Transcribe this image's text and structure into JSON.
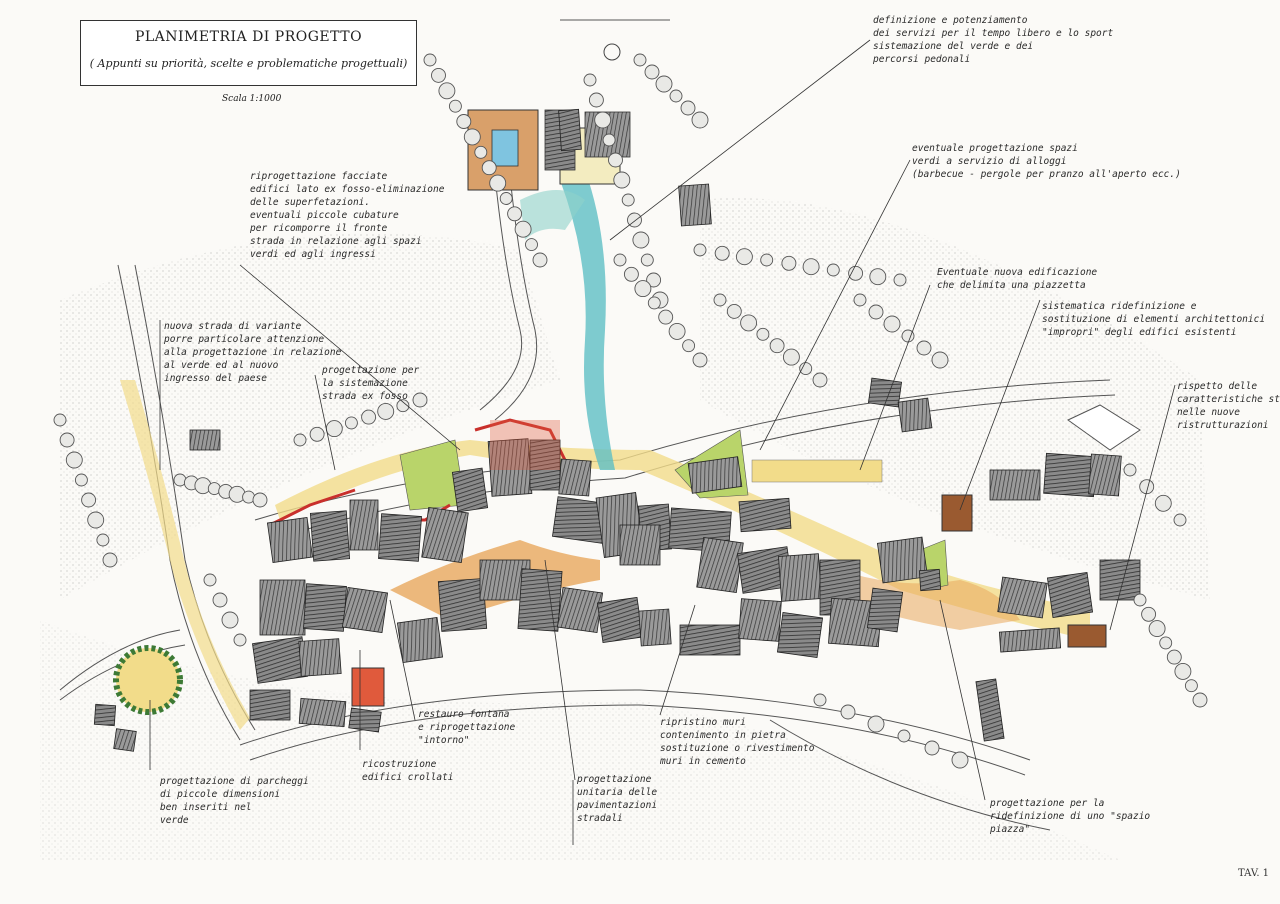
{
  "title": {
    "main": "PLANIMETRIA DI PROGETTO",
    "subtitle": "( Appunti su priorità, scelte e problematiche progettuali)",
    "scale": "Scala 1:1000"
  },
  "annotations": [
    {
      "id": "servizi",
      "text": "definizione e potenziamento\ndei servizi per il tempo libero e lo sport\nsistemazione del verde e dei\npercorsi pedonali"
    },
    {
      "id": "facciate",
      "text": "riprogettazione facciate\nedifici lato ex fosso-eliminazione\ndelle superfetazioni.\neventuali piccole cubature\nper ricomporre il fronte\nstrada in relazione agli spazi\nverdi ed agli ingressi"
    },
    {
      "id": "spazi-verdi",
      "text": "eventuale progettazione spazi\nverdi a servizio di alloggi\n(barbecue - pergole per pranzo all'aperto ecc.)"
    },
    {
      "id": "nuova-edificazione",
      "text": "Eventuale nuova edificazione\nche delimita una piazzetta"
    },
    {
      "id": "elementi",
      "text": "sistematica ridefinizione e\nsostituzione di elementi architettonici\n\"impropri\" degli edifici esistenti"
    },
    {
      "id": "variante",
      "text": "nuova strada di variante\nporre particolare attenzione\nalla progettazione in relazione\nal verde ed al nuovo\ningresso del paese"
    },
    {
      "id": "fosso",
      "text": "progettazione per\nla sistemazione\nstrada ex fosso"
    },
    {
      "id": "rispetto",
      "text": "rispetto delle\ncaratteristiche stor\nnelle nuove\nristrutturazioni"
    },
    {
      "id": "fontana",
      "text": "restauro fontana\ne riprogettazione\n\"intorno\""
    },
    {
      "id": "muri",
      "text": "ripristino muri\ncontenimento in pietra\nsostituzione o rivestimento\nmuri in cemento"
    },
    {
      "id": "ricostruzione",
      "text": "ricostruzione\nedifici crollati"
    },
    {
      "id": "parcheggi",
      "text": "progettazione di parcheggi\ndi piccole dimensioni\nben inseriti nel\nverde"
    },
    {
      "id": "pavimentazioni",
      "text": "progettazione\nunitaria delle\npavimentazioni\nstradali"
    },
    {
      "id": "piazza",
      "text": "progettazione per la\nridefinizione di uno \"spazio\npiazza\""
    }
  ],
  "footer": {
    "tav": "TAV. 1"
  },
  "colors": {
    "building": "#5c5c5c",
    "building_hatch": "#2f2f2f",
    "piazza_yellow": "#f2dc8a",
    "piazza_orange": "#e9a85c",
    "green_area": "#b9d46a",
    "water": "#5fbfc4",
    "red_outline": "#c9302c",
    "red_building": "#e05a3c",
    "tree": "#7d7d7d",
    "brown_building": "#9a5a30",
    "sport_field": "#f3ecc0",
    "court": "#d9a06a"
  }
}
